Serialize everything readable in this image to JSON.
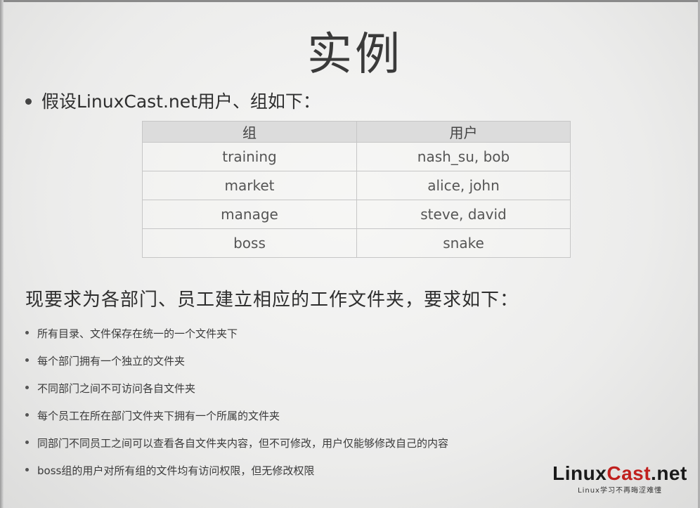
{
  "title": "实例",
  "intro": "假设LinuxCast.net用户、组如下：",
  "table": {
    "headers": [
      "组",
      "用户"
    ],
    "rows": [
      [
        "training",
        "nash_su, bob"
      ],
      [
        "market",
        "alice, john"
      ],
      [
        "manage",
        "steve, david"
      ],
      [
        "boss",
        "snake"
      ]
    ]
  },
  "requirements_heading": "现要求为各部门、员工建立相应的工作文件夹，要求如下：",
  "requirements": [
    "所有目录、文件保存在统一的一个文件夹下",
    "每个部门拥有一个独立的文件夹",
    "不同部门之间不可访问各自文件夹",
    "每个员工在所在部门文件夹下拥有一个所属的文件夹",
    "同部门不同员工之间可以查看各自文件夹内容，但不可修改，用户仅能够修改自己的内容",
    "boss组的用户对所有组的文件均有访问权限，但无修改权限"
  ],
  "logo": {
    "part1": "Linux",
    "part2": "Cast",
    "part3": ".net",
    "accent_color": "#c0201e",
    "tagline": "Linux学习不再晦涩难懂"
  }
}
